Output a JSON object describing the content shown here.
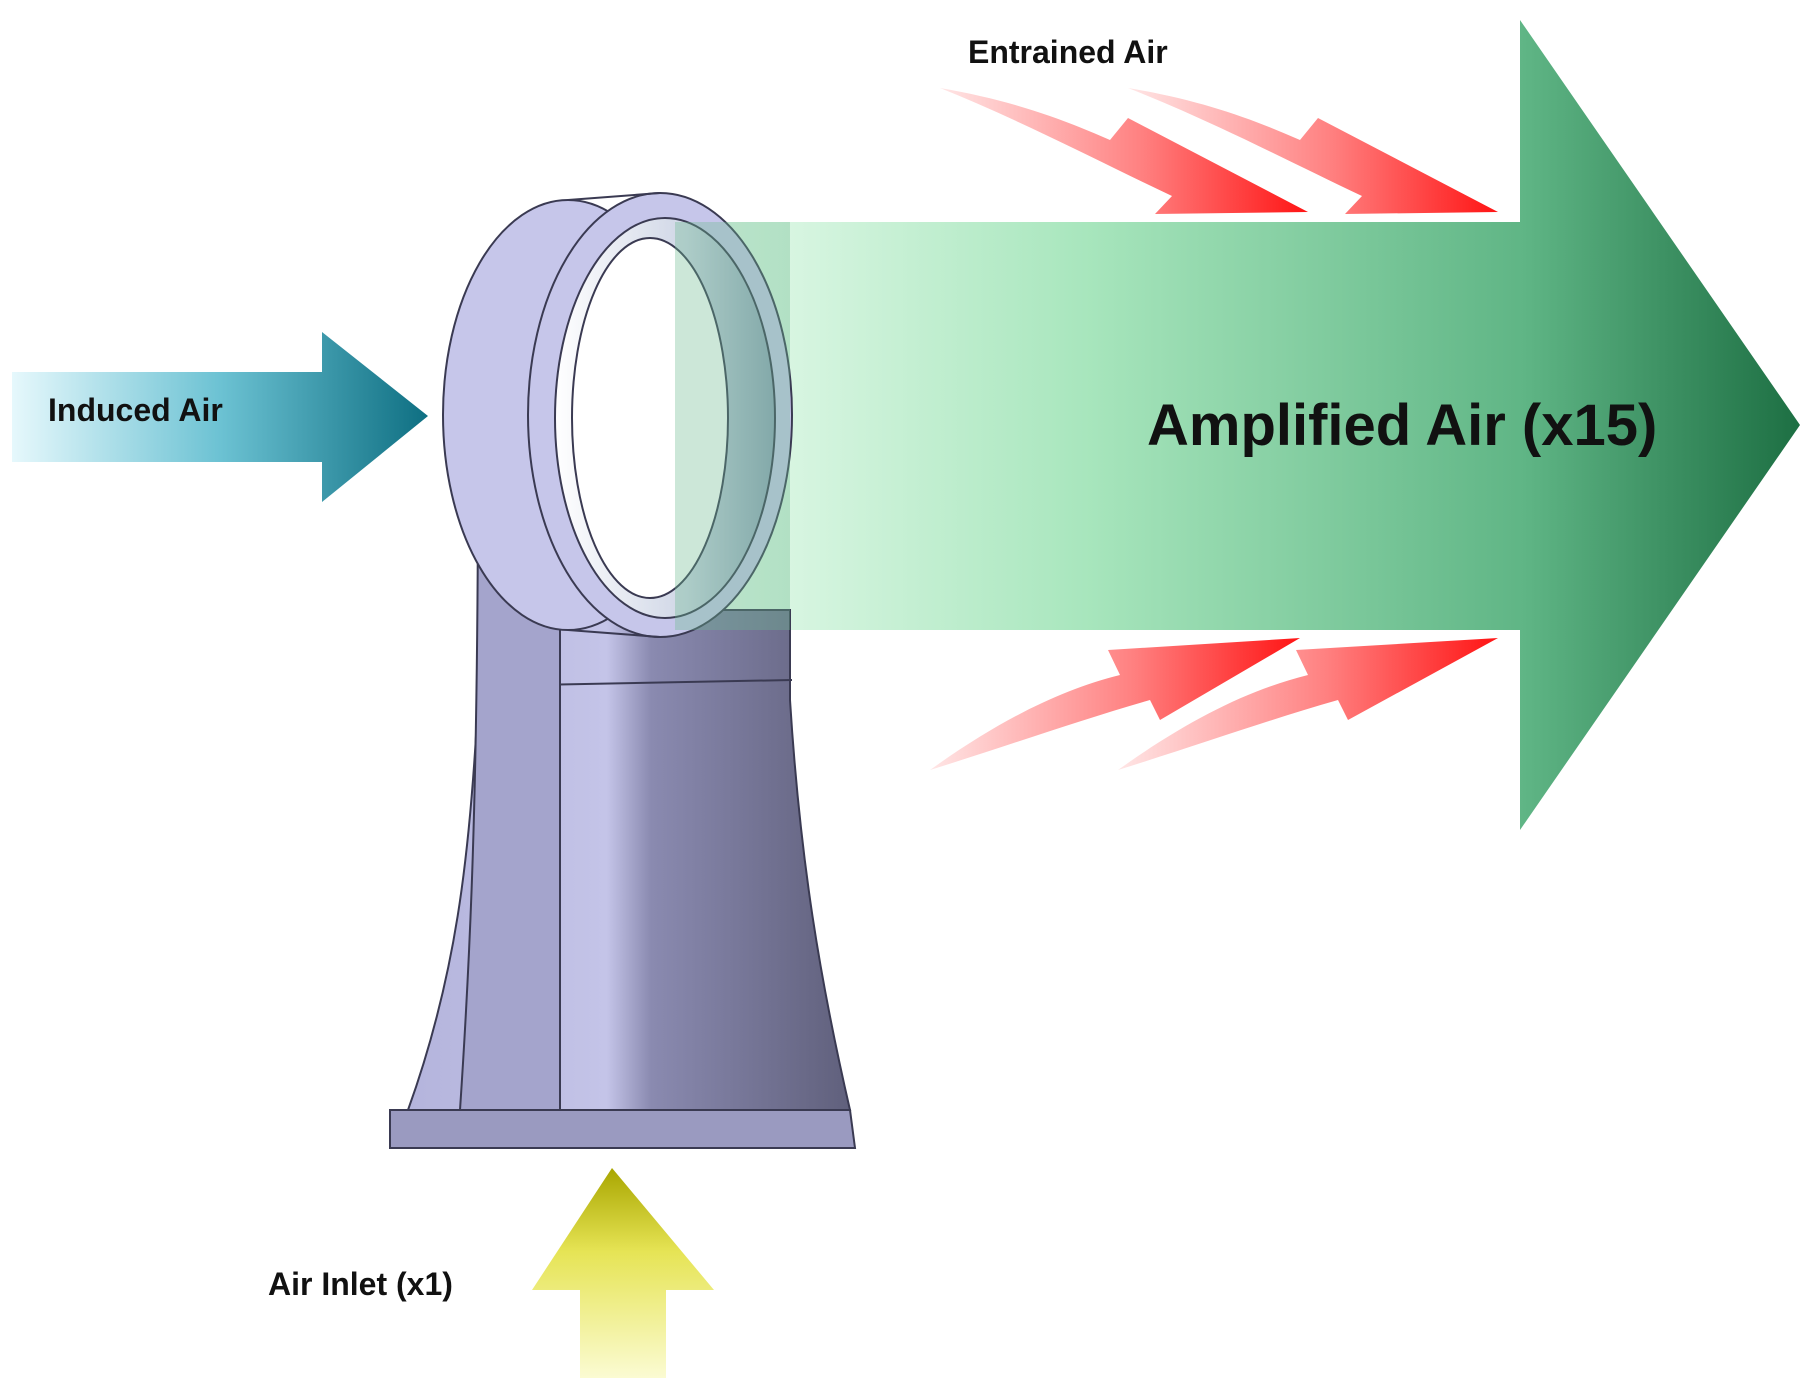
{
  "labels": {
    "entrained": "Entrained Air",
    "induced": "Induced Air",
    "amplified": "Amplified Air (x15)",
    "inlet": "Air Inlet (x1)"
  },
  "colors": {
    "amplified_arrow_start": "#d8f5e2",
    "amplified_arrow_end": "#1f7a4a",
    "entrained_arrow": "#ff1a1a",
    "induced_arrow": "#137a8a",
    "inlet_arrow": "#c8c400",
    "fan_body": "#b8b8dc",
    "fan_shadow": "#6c6c88"
  },
  "icons": [
    "entrained-air-arrow",
    "induced-air-arrow",
    "amplified-air-arrow",
    "air-inlet-arrow",
    "bladeless-fan-model"
  ]
}
